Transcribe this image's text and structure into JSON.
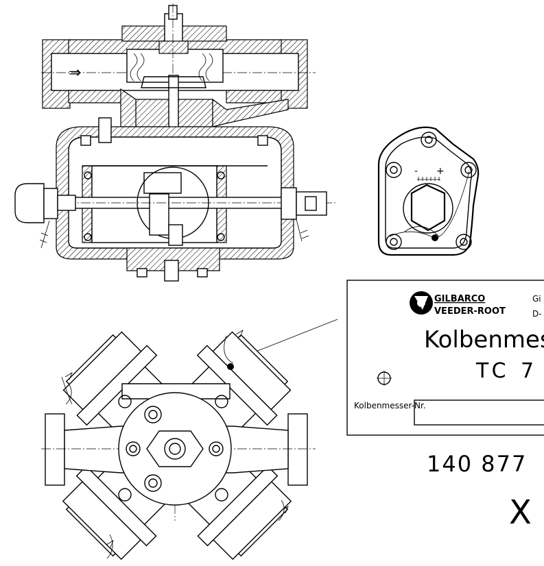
{
  "nameplate": {
    "brand_line1": "GILBARCO",
    "brand_line2": "VEEDER-ROOT",
    "company_fragment": "Gi",
    "address_fragment": "D-",
    "product_name": "Kolbenmes",
    "model": "TC 7",
    "serial_label": "Kolbenmesser-Nr."
  },
  "part_number": "140 877",
  "marking_letter": "X",
  "adjuster_signs": {
    "minus": "-",
    "plus": "+"
  },
  "flow_arrow_symbol": "⇒"
}
